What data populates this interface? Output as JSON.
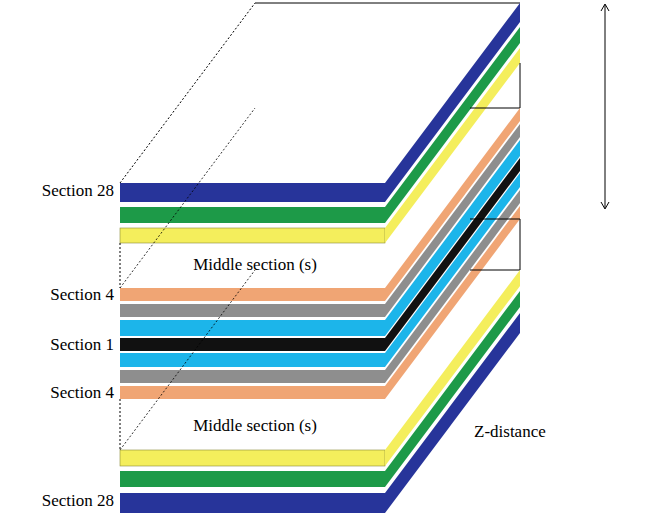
{
  "diagram": {
    "labels": [
      "Section 28",
      "Middle section (s)",
      "Section 4",
      "Section 1",
      "Section 4",
      "Middle section (s)",
      "Section 28",
      "Z-distance"
    ]
  }
}
